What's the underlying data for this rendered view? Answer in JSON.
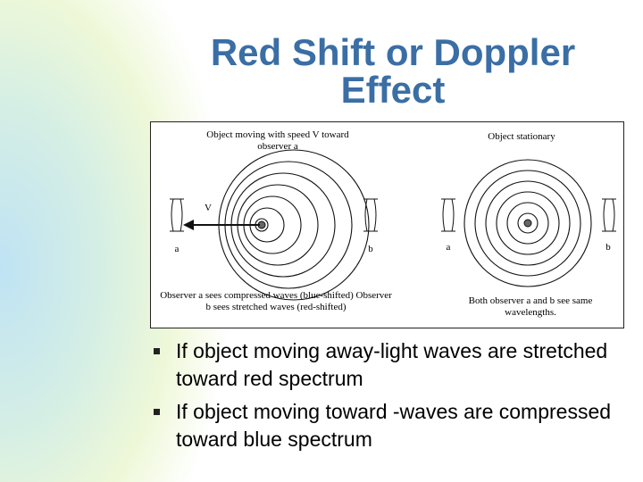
{
  "slide": {
    "title": "Red Shift or Doppler Effect"
  },
  "diagram": {
    "left_caption": "Object moving with speed V toward observer a",
    "right_caption": "Object stationary",
    "velocity_label": "V",
    "left_observer_a": "a",
    "left_observer_b": "b",
    "right_observer_a": "a",
    "right_observer_b": "b",
    "left_note": "Observer a sees compressed waves (blue-shifted) Observer b sees stretched waves (red-shifted)",
    "right_note": "Both observer a and b see same wavelengths."
  },
  "bullets": [
    "If object moving away-light waves are stretched toward red spectrum",
    "If object moving toward  -waves are compressed toward blue spectrum"
  ],
  "colors": {
    "title": "#3a6ea5",
    "background_accent": "#bfe3f4"
  }
}
